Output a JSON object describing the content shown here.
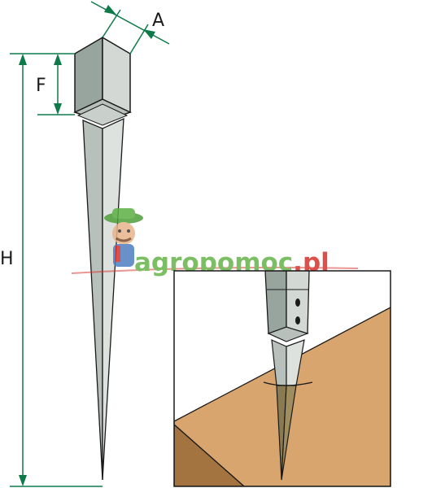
{
  "labels": {
    "width": "A",
    "head_height": "F",
    "total_height": "H"
  },
  "watermark": {
    "text_agro": "agro",
    "text_pomoc": "pomoc",
    "text_pl": ".pl",
    "color_agro": "#64b34a",
    "color_pomoc": "#64b34a",
    "color_pl": "#d6312b"
  },
  "colors": {
    "steel_light": "#d3d8d4",
    "steel_mid": "#b8c0bb",
    "steel_dark": "#98a49e",
    "outline": "#1a1a1a",
    "dimension_line": "#0e7a4a",
    "soil_light": "#d9a56e",
    "soil_dark": "#a3743f",
    "soil_buried": "#8a7a52"
  },
  "icons": {
    "mascot": "farmer-mascot-icon"
  }
}
